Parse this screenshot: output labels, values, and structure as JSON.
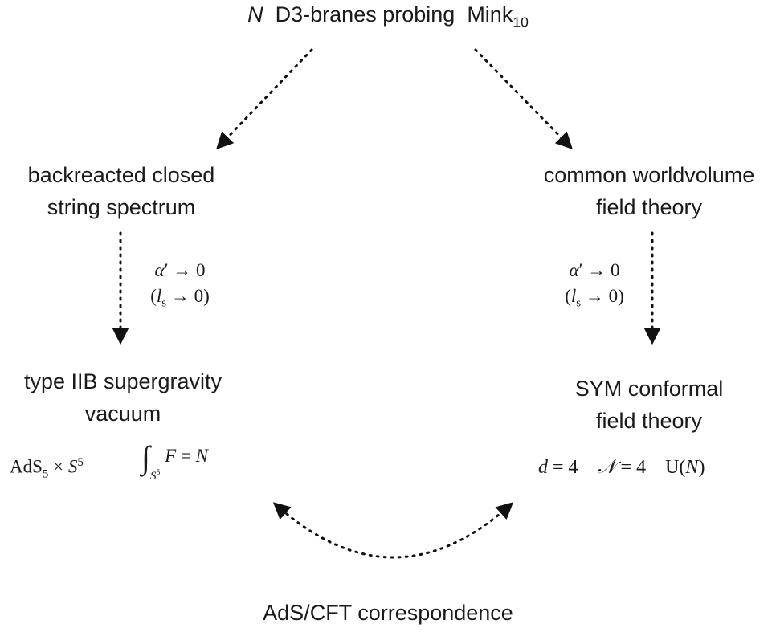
{
  "top": {
    "n_symbol": "N",
    "text": "D3-branes probing",
    "mink": "Mink",
    "mink_sub": "10"
  },
  "left_top": {
    "line1": "backreacted closed",
    "line2": "string spectrum"
  },
  "right_top": {
    "line1": "common worldvolume",
    "line2": "field theory"
  },
  "limit": {
    "alpha": "α",
    "prime": "′",
    "arrow": "→",
    "zero": "0",
    "open_paren": "(",
    "l": "l",
    "l_sub": "s",
    "close_paren": ")"
  },
  "left_bottom": {
    "line1": "type IIB supergravity",
    "line2": "vacuum",
    "ads": "AdS",
    "ads_sub": "5",
    "times": "×",
    "s": "S",
    "s_sup": "5",
    "integral": "∫",
    "int_sub_s": "S",
    "int_sub_sup": "5",
    "flux": "F",
    "equals": "=",
    "n": "N"
  },
  "right_bottom": {
    "line1": "SYM conformal",
    "line2": "field theory",
    "d_eq": "d",
    "d_val": "= 4",
    "n_eq": "𝒩",
    "n_val": "= 4",
    "group": "U(",
    "group_n": "N",
    "group_close": ")"
  },
  "bottom": {
    "text": "AdS/CFT correspondence"
  }
}
